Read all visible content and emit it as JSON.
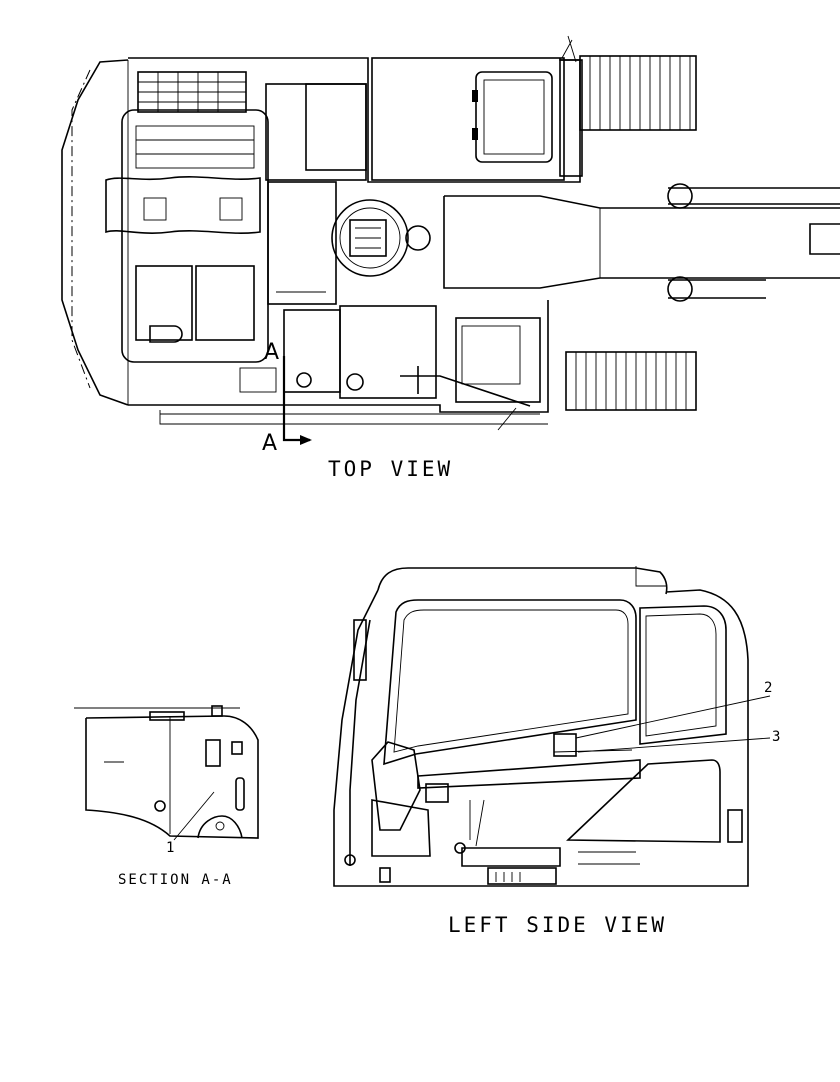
{
  "views": {
    "top": {
      "title": "TOP VIEW",
      "section_marker_top": "A",
      "section_marker_bottom": "A"
    },
    "section": {
      "title": "SECTION A-A",
      "callout": "1"
    },
    "left_side": {
      "title": "LEFT SIDE VIEW",
      "callout_upper": "2",
      "callout_lower": "3"
    }
  }
}
